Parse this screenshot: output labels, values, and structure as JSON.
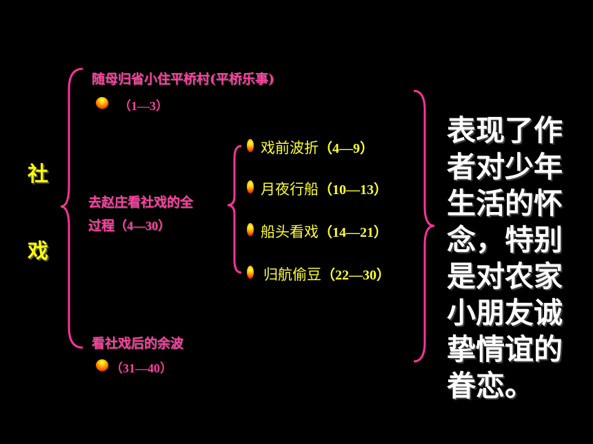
{
  "title_chars": [
    "社",
    "戏"
  ],
  "section1": {
    "label": "随母归省小住平桥村(平桥乐事)",
    "range": "（1—3）"
  },
  "section2": {
    "label_line1": "去赵庄看社戏的全",
    "label_line2": "过程",
    "range": "（4—30）"
  },
  "section3": {
    "label": "看社戏后的余波",
    "range": "（31—40）"
  },
  "sub_items": [
    {
      "label": "戏前波折",
      "range": "（4—9）"
    },
    {
      "label": "月夜行船",
      "range": "（10—13）"
    },
    {
      "label": "船头看戏",
      "range": "（14—21）"
    },
    {
      "label": "归航偷豆",
      "range": "（22—30）"
    }
  ],
  "summary_lines": [
    "表现了作",
    "者对少年",
    "生活的怀",
    "念，特别",
    "是对农家",
    "小朋友诚",
    "挚情谊的",
    "眷恋。"
  ],
  "colors": {
    "background": "#000000",
    "title": "#ffff00",
    "label": "#ff3f9f",
    "sub_label": "#ffff33",
    "bracket": "#ff3399",
    "summary": "#ffffff"
  }
}
